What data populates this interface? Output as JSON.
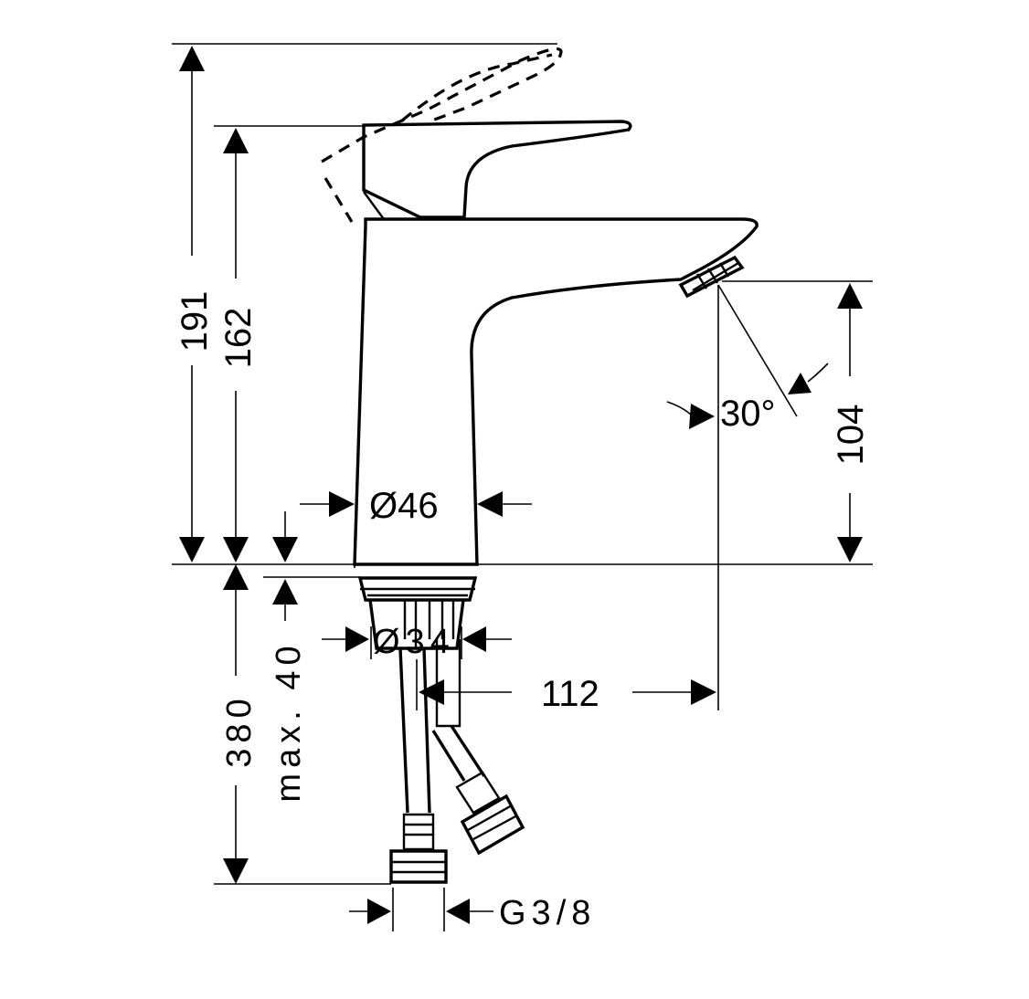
{
  "dimensions": {
    "total_height": "191",
    "spout_handle_height": "162",
    "spout_outlet_height": "104",
    "body_diameter": "Ø46",
    "shank_diameter": "Ø34",
    "below_counter_length": "380",
    "max_counter_thickness": "max. 40",
    "projection": "112",
    "connection_thread": "G3/8",
    "spray_angle": "30°"
  },
  "colors": {
    "line": "#000000",
    "background": "#ffffff"
  }
}
